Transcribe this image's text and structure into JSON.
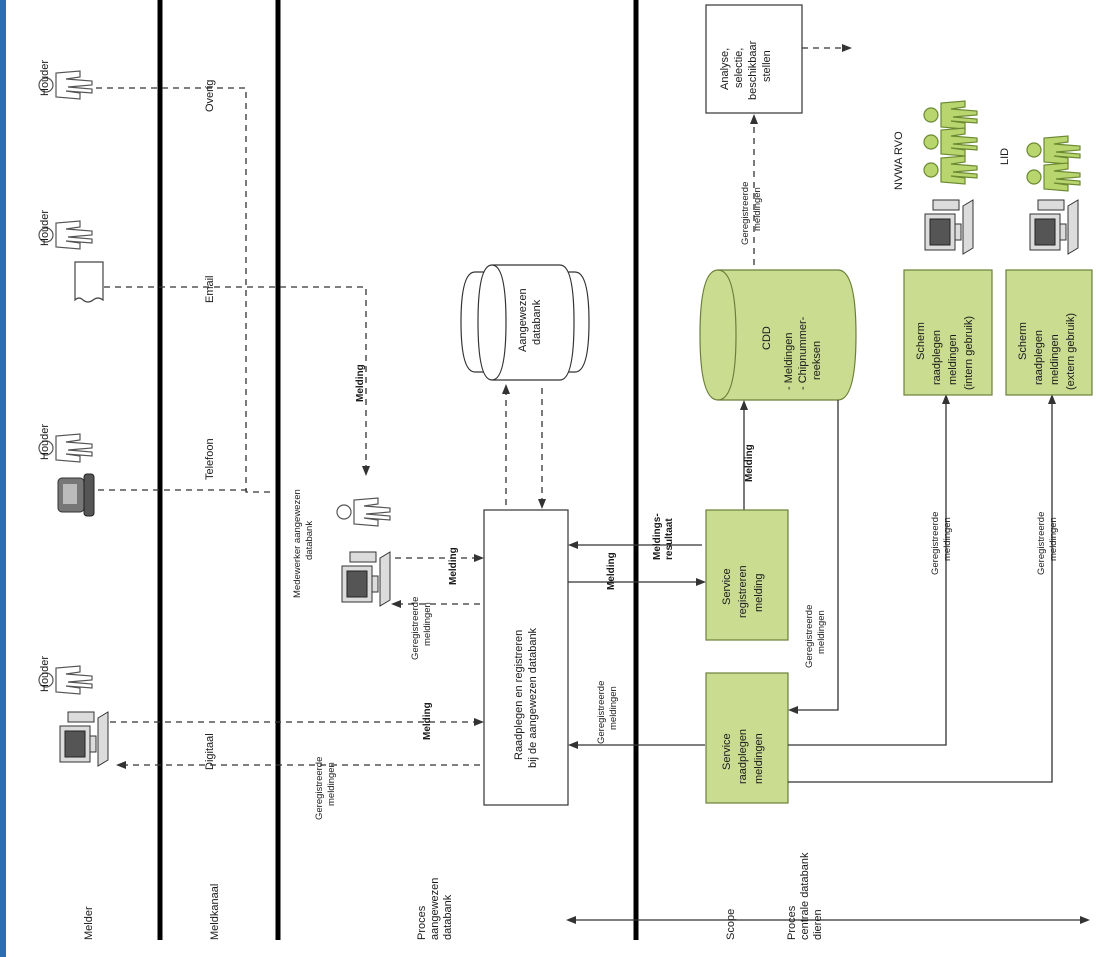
{
  "lanes": {
    "melder": "Melder",
    "meldkanaal": "Meldkanaal",
    "proces_aangewezen": [
      "Proces",
      "aangewezen",
      "databank"
    ],
    "scope": "Scope",
    "proces_centrale": [
      "Proces",
      "centrale databank",
      "dieren"
    ]
  },
  "actors": {
    "houder": "Houder",
    "medewerker": [
      "Medewerker aangewezen",
      "databank"
    ],
    "nvwa_rvo": "NVWA RVO",
    "lid": "LID"
  },
  "channels": {
    "overig": "Overig",
    "email": "Email",
    "telefoon": "Telefoon",
    "digitaal": "Digitaal"
  },
  "boxes": {
    "raadplegen_registreren": [
      "Raadplegen en registreren",
      "bij de aangewezen databank"
    ],
    "aangewezen_databank": [
      "Aangewezen",
      "databank"
    ],
    "cdd": "CDD",
    "cdd_items": [
      "- Meldingen",
      "- Chipnummer-",
      "reeksen"
    ],
    "analyse": [
      "Analyse,",
      "selectie,",
      "beschikbaar",
      "stellen"
    ],
    "service_registreren": [
      "Service",
      "registreren",
      "melding"
    ],
    "service_raadplegen": [
      "Service",
      "raadplegen",
      "meldingen"
    ],
    "scherm_intern": [
      "Scherm",
      "raadplegen",
      "meldingen",
      "(intern gebruik)"
    ],
    "scherm_extern": [
      "Scherm",
      "raadplegen",
      "meldingen",
      "(extern gebruik)"
    ]
  },
  "flows": {
    "melding": "Melding",
    "geregistreerde_meldingen": [
      "Geregistreerde",
      "meldingen"
    ],
    "meldingsresultaat": [
      "Meldings-",
      "resultaat"
    ]
  },
  "colors": {
    "green_fill": "#c9dc8f",
    "green_figure": "#b9d56e",
    "lane_line": "#000000"
  }
}
